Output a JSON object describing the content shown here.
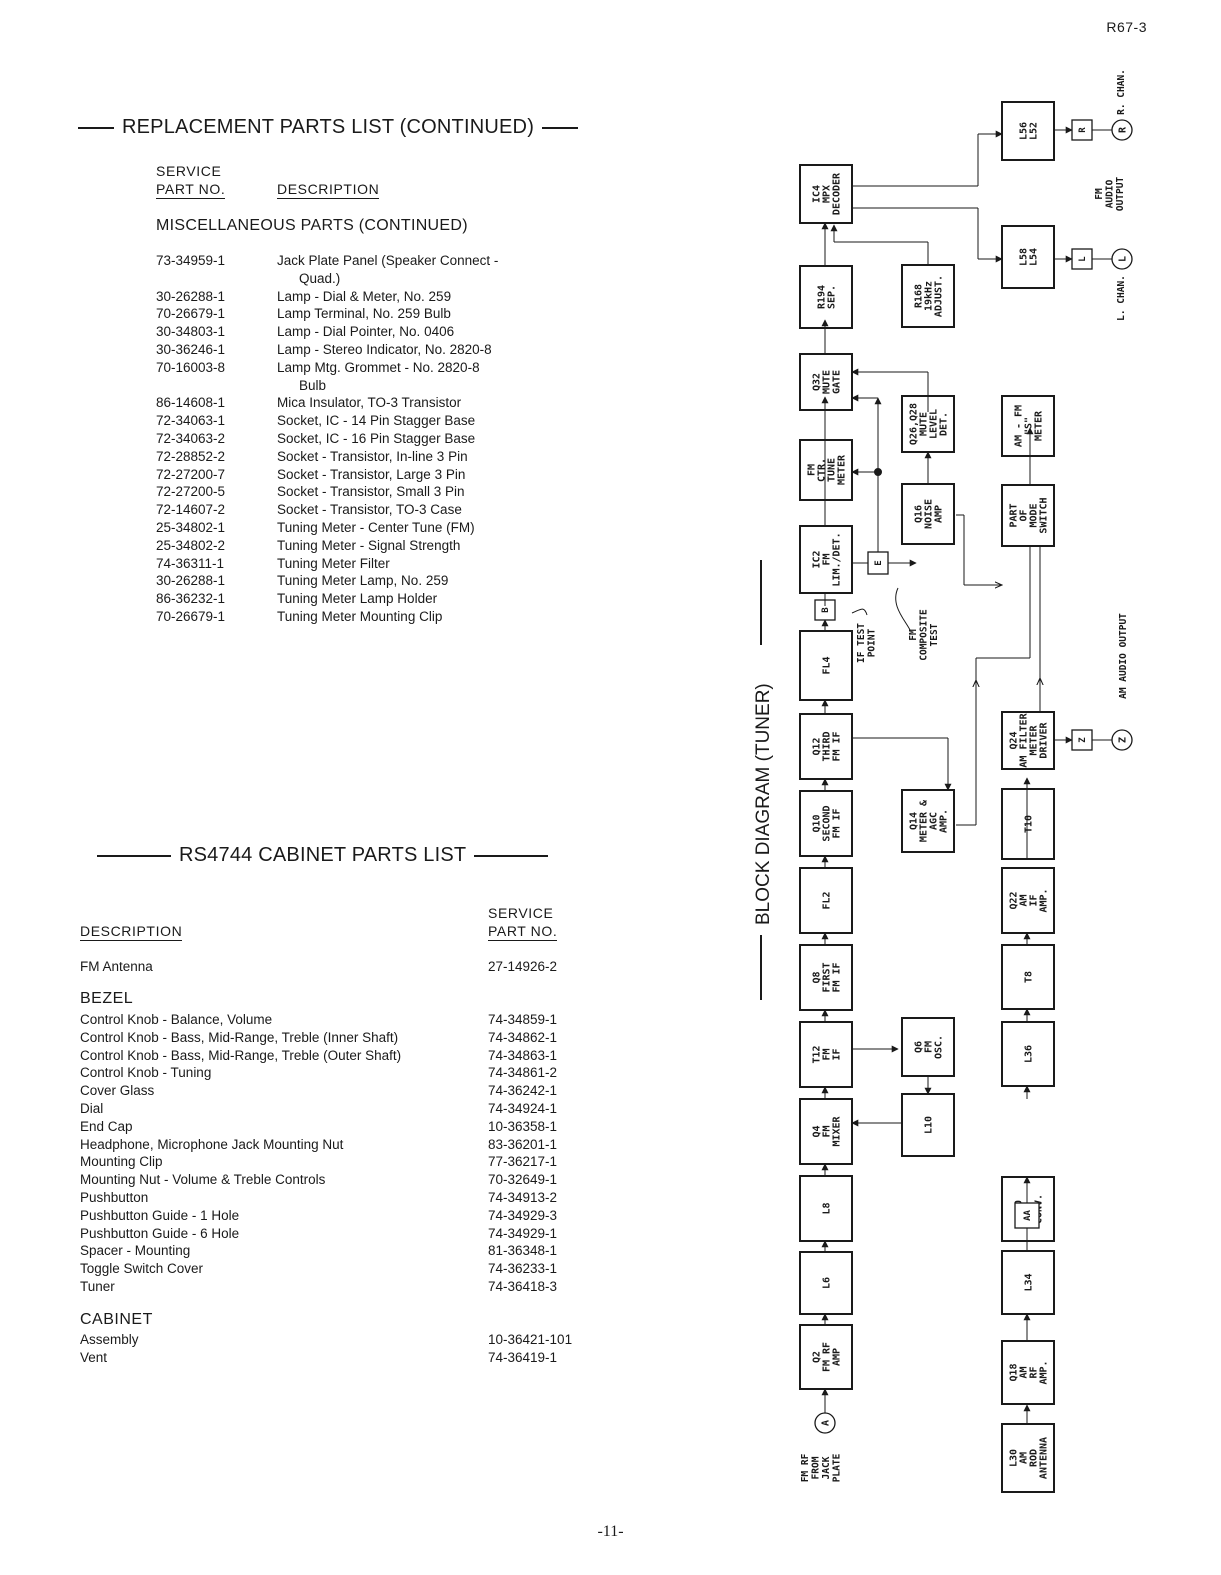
{
  "page_id": "R67-3",
  "page_number": "-11-",
  "replacement": {
    "title": "REPLACEMENT PARTS LIST (CONTINUED)",
    "col_part_line1": "SERVICE",
    "col_part_line2": "PART NO.",
    "col_desc": "DESCRIPTION",
    "subtitle": "MISCELLANEOUS PARTS (CONTINUED)",
    "rows": [
      {
        "part": "73-34959-1",
        "desc": "Jack Plate Panel (Speaker Connect -",
        "cont": "Quad.)"
      },
      {
        "part": "30-26288-1",
        "desc": "Lamp - Dial & Meter, No. 259"
      },
      {
        "part": "70-26679-1",
        "desc": "Lamp Terminal, No. 259 Bulb"
      },
      {
        "part": "30-34803-1",
        "desc": "Lamp - Dial Pointer, No. 0406"
      },
      {
        "part": "30-36246-1",
        "desc": "Lamp - Stereo Indicator, No. 2820-8"
      },
      {
        "part": "70-16003-8",
        "desc": "Lamp Mtg. Grommet - No. 2820-8",
        "cont": "Bulb"
      },
      {
        "part": "86-14608-1",
        "desc": "Mica Insulator, TO-3 Transistor"
      },
      {
        "part": "72-34063-1",
        "desc": "Socket, IC - 14 Pin Stagger Base"
      },
      {
        "part": "72-34063-2",
        "desc": "Socket, IC - 16 Pin Stagger Base"
      },
      {
        "part": "72-28852-2",
        "desc": "Socket - Transistor, In-line 3 Pin"
      },
      {
        "part": "72-27200-7",
        "desc": "Socket - Transistor, Large 3 Pin"
      },
      {
        "part": "72-27200-5",
        "desc": "Socket - Transistor, Small 3 Pin"
      },
      {
        "part": "72-14607-2",
        "desc": "Socket - Transistor, TO-3 Case"
      },
      {
        "part": "25-34802-1",
        "desc": "Tuning Meter - Center Tune (FM)"
      },
      {
        "part": "25-34802-2",
        "desc": "Tuning Meter - Signal Strength"
      },
      {
        "part": "74-36311-1",
        "desc": "Tuning Meter Filter"
      },
      {
        "part": "30-26288-1",
        "desc": "Tuning Meter Lamp, No. 259"
      },
      {
        "part": "86-36232-1",
        "desc": "Tuning Meter Lamp Holder"
      },
      {
        "part": "70-26679-1",
        "desc": "Tuning Meter Mounting Clip"
      }
    ]
  },
  "cabinet": {
    "title": "RS4744 CABINET PARTS LIST",
    "col_desc": "DESCRIPTION",
    "col_part_line1": "SERVICE",
    "col_part_line2": "PART NO.",
    "top_rows": [
      {
        "desc": "FM Antenna",
        "part": "27-14926-2"
      }
    ],
    "bezel_heading": "BEZEL",
    "bezel_rows": [
      {
        "desc": "Control Knob - Balance, Volume",
        "part": "74-34859-1"
      },
      {
        "desc": "Control Knob - Bass, Mid-Range, Treble (Inner Shaft)",
        "part": "74-34862-1"
      },
      {
        "desc": "Control Knob - Bass, Mid-Range, Treble (Outer Shaft)",
        "part": "74-34863-1"
      },
      {
        "desc": "Control Knob - Tuning",
        "part": "74-34861-2"
      },
      {
        "desc": "Cover Glass",
        "part": "74-36242-1"
      },
      {
        "desc": "Dial",
        "part": "74-34924-1"
      },
      {
        "desc": "End Cap",
        "part": "10-36358-1"
      },
      {
        "desc": "Headphone, Microphone Jack Mounting Nut",
        "part": "83-36201-1"
      },
      {
        "desc": "Mounting Clip",
        "part": "77-36217-1"
      },
      {
        "desc": "Mounting Nut - Volume & Treble Controls",
        "part": "70-32649-1"
      },
      {
        "desc": "Pushbutton",
        "part": "74-34913-2"
      },
      {
        "desc": "Pushbutton Guide - 1 Hole",
        "part": "74-34929-3"
      },
      {
        "desc": "Pushbutton Guide - 6 Hole",
        "part": "74-34929-1"
      },
      {
        "desc": "Spacer - Mounting",
        "part": "81-36348-1"
      },
      {
        "desc": "Toggle Switch Cover",
        "part": "74-36233-1"
      },
      {
        "desc": "Tuner",
        "part": "74-36418-3"
      }
    ],
    "cabinet_heading": "CABINET",
    "cabinet_rows": [
      {
        "desc": "Assembly",
        "part": "10-36421-101"
      },
      {
        "desc": "Vent",
        "part": "74-36419-1"
      }
    ]
  },
  "diagram": {
    "title": "BLOCK DIAGRAM (TUNER)",
    "fm_chain": [
      [
        "IC4",
        "MPX",
        "DECODER"
      ],
      [
        "R194",
        "SEP."
      ],
      [
        "Q32",
        "MUTE",
        "GATE"
      ],
      [
        "FM",
        "CTR.",
        "TUNE",
        "METER"
      ],
      [
        "IC2",
        "FM",
        "LIM./DET."
      ],
      [
        "FL4"
      ],
      [
        "Q12",
        "THIRD",
        "FM IF"
      ],
      [
        "Q10",
        "SECOND",
        "FM IF"
      ],
      [
        "FL2"
      ],
      [
        "Q8",
        "FIRST",
        "FM IF"
      ],
      [
        "T12",
        "FM",
        "IF"
      ],
      [
        "Q4",
        "FM",
        "MIXER"
      ],
      [
        "L8"
      ],
      [
        "L6"
      ],
      [
        "Q2",
        "FM RF",
        "AMP"
      ]
    ],
    "mid_blocks": [
      [
        "R168",
        "19kHz",
        "ADJUST."
      ],
      [
        "Q26,Q28",
        "MUTE",
        "LEVEL",
        "DET."
      ],
      [
        "Q16",
        "NOISE",
        "AMP"
      ],
      [
        "Q14",
        "METER &",
        "AGC",
        "AMP."
      ],
      [
        "Q6",
        "FM",
        "OSC."
      ],
      [
        "L10"
      ]
    ],
    "am_chain": [
      [
        "L56",
        "L52"
      ],
      [
        "L58",
        "L54"
      ],
      [
        "AM - FM",
        "\"S\"",
        "METER"
      ],
      [
        "PART",
        "OF",
        "MODE",
        "SWITCH"
      ],
      [
        "Q24",
        "AM FILTER",
        "METER",
        "DRIVER"
      ],
      [
        "T10"
      ],
      [
        "Q22",
        "AM",
        "IF",
        "AMP."
      ],
      [
        "T8"
      ],
      [
        "L36"
      ],
      [
        "Q20",
        "AM",
        "CONV."
      ],
      [
        "L34"
      ],
      [
        "Q18",
        "AM",
        "RF",
        "AMP."
      ],
      [
        "L30",
        "AM",
        "ROD",
        "ANTENNA"
      ]
    ],
    "test_points": {
      "b": "B",
      "e": "E",
      "aa": "AA",
      "r_box": "R",
      "l_box": "L",
      "z_box": "Z"
    },
    "circles": {
      "a": "A",
      "r": "R",
      "l": "L",
      "z": "Z"
    },
    "labels": {
      "if_test_1": "IF TEST",
      "if_test_2": "POINT",
      "fm_comp_1": "FM",
      "fm_comp_2": "COMPOSITE",
      "fm_comp_3": "TEST",
      "r_chan": "R. CHAN.",
      "l_chan": "L. CHAN.",
      "fm_audio_1": "FM",
      "fm_audio_2": "AUDIO",
      "fm_audio_3": "OUTPUT",
      "am_audio": "AM AUDIO OUTPUT",
      "fm_rf_1": "FM RF",
      "fm_rf_2": "FROM",
      "fm_rf_3": "JACK",
      "fm_rf_4": "PLATE"
    }
  }
}
